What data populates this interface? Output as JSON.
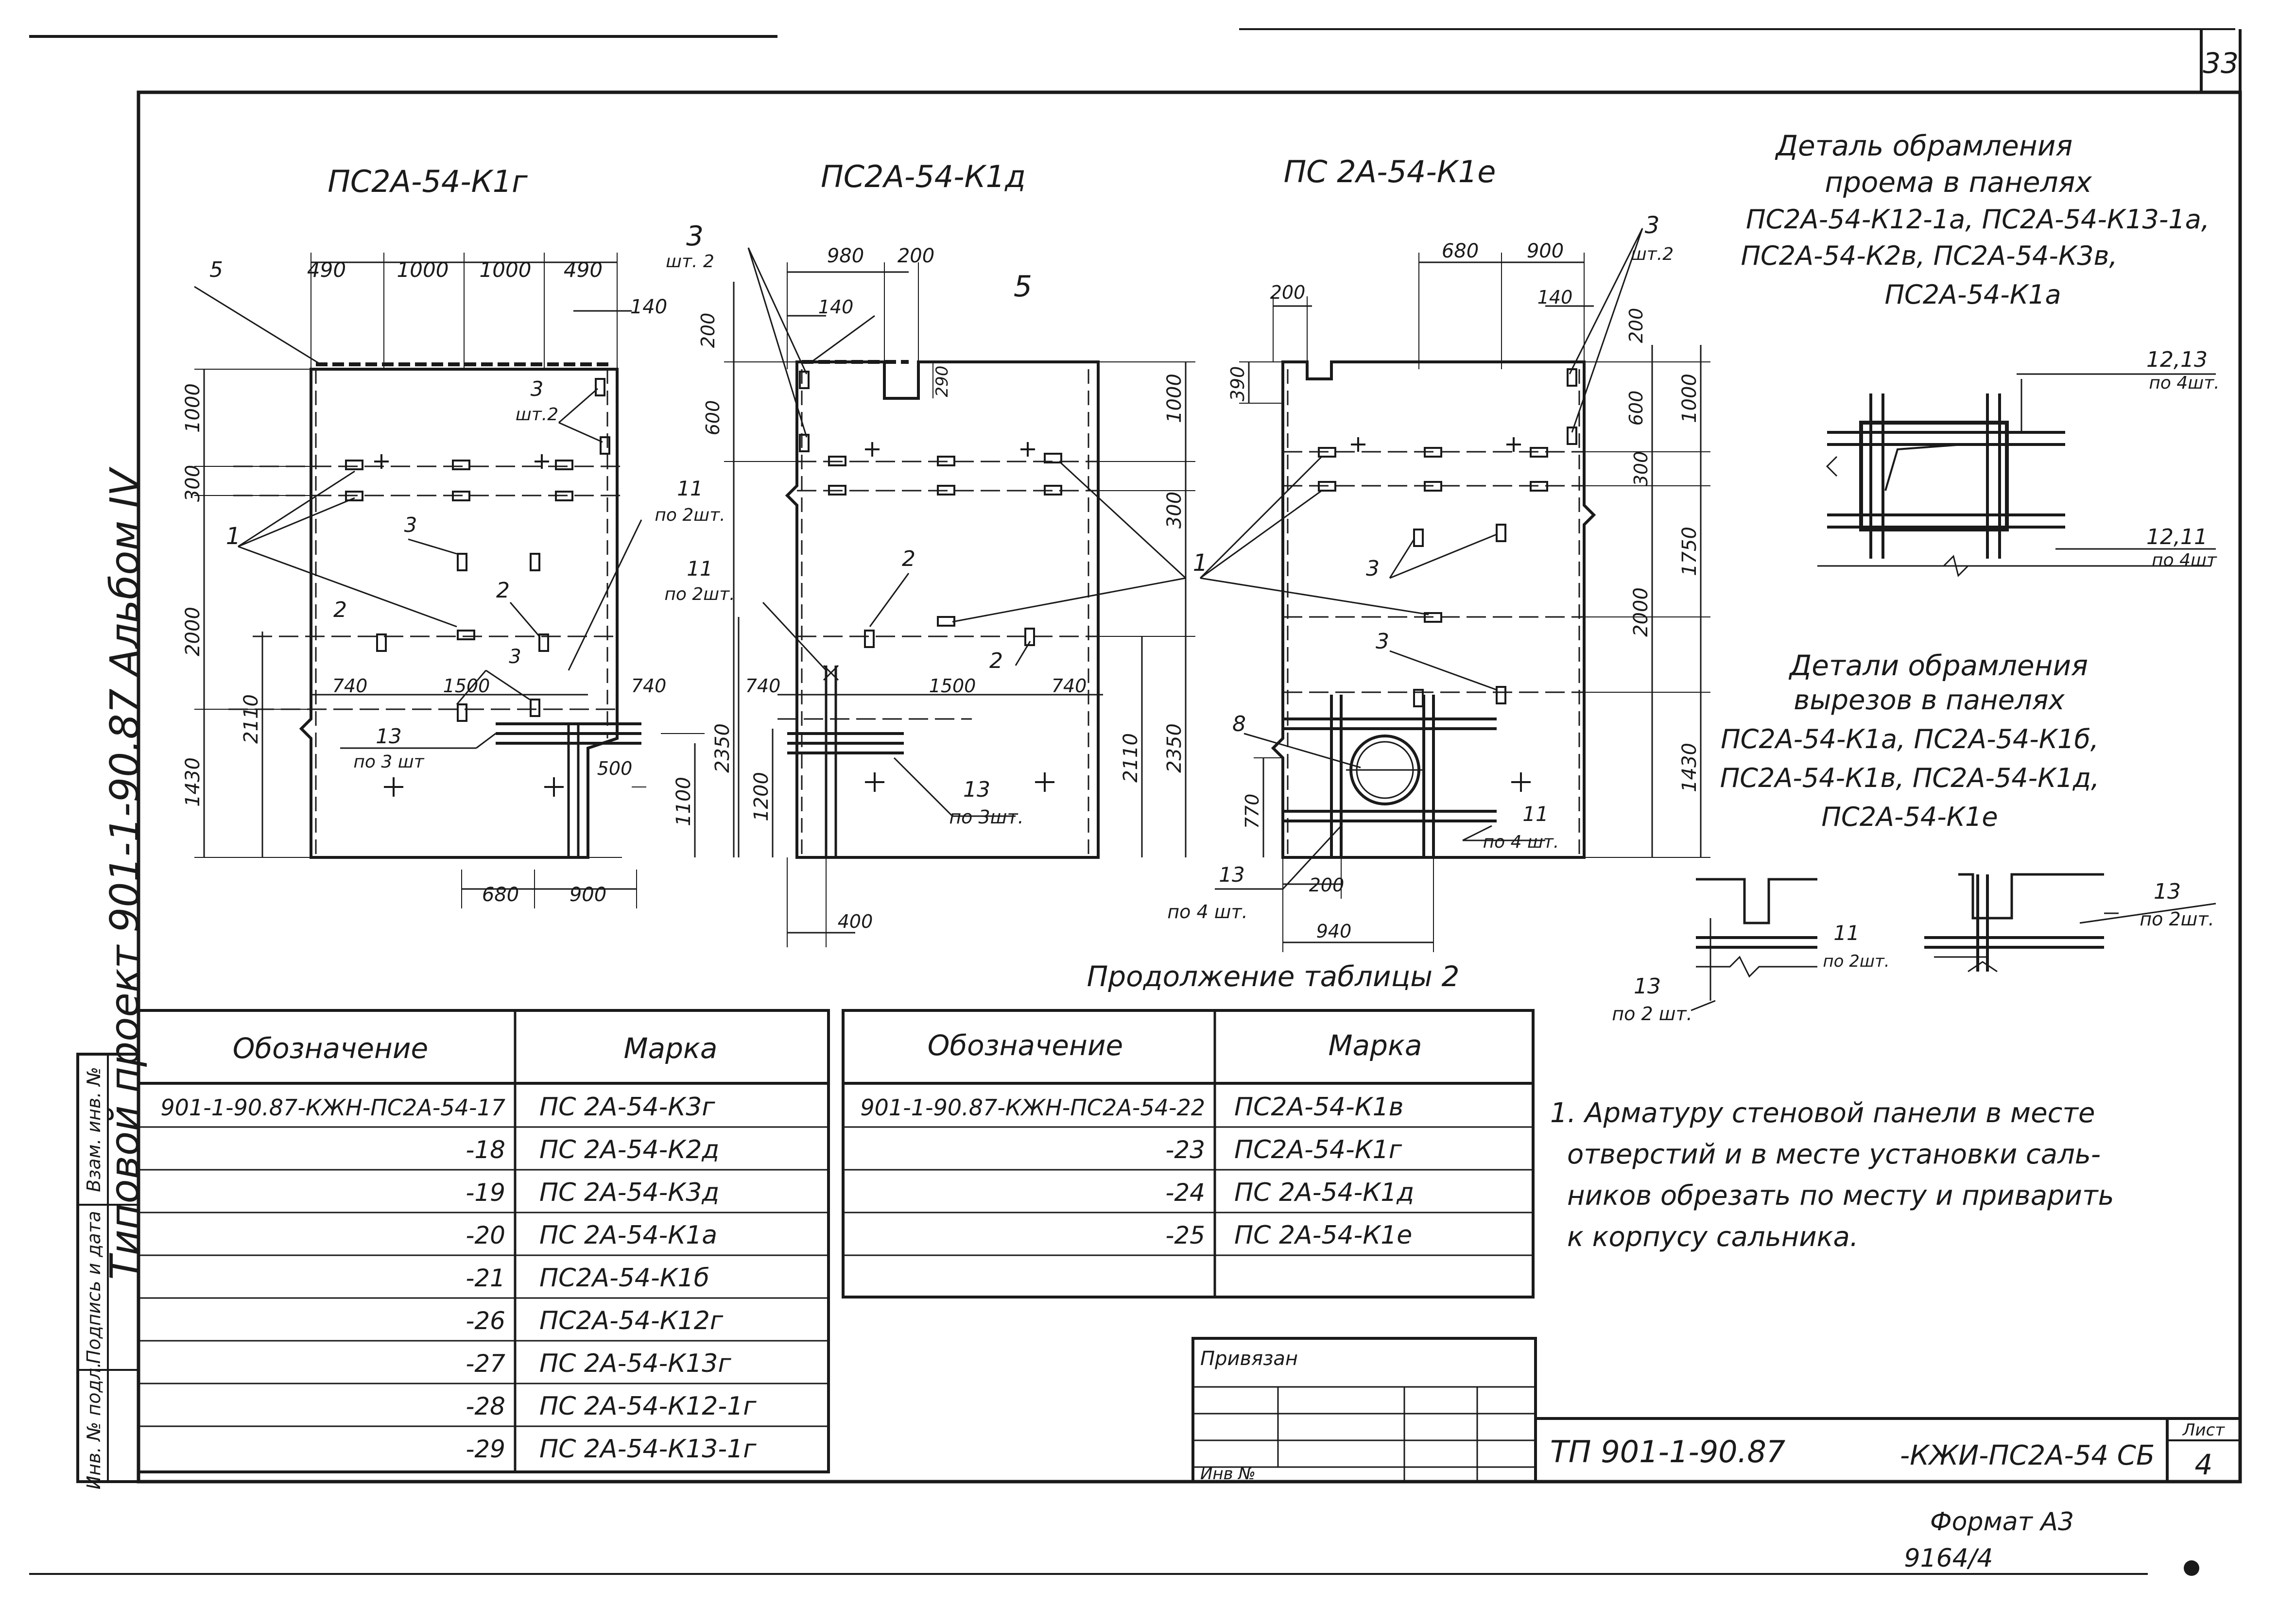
{
  "sheet": {
    "sheet_number": "33",
    "album_label": "Типовой проект 901-1-90.87 Альбом IV",
    "format": "Формат А3",
    "handwritten_note": "9164/4"
  },
  "panels": [
    {
      "title": "ПС2А-54-К1г",
      "labels": [
        "490",
        "1000",
        "1000",
        "490",
        "140",
        "5",
        "3",
        "шт.2",
        "1000",
        "300",
        "1",
        "2",
        "3",
        "2",
        "3",
        "11",
        "по 2шт.",
        "2000",
        "2110",
        "1430",
        "740",
        "1500",
        "740",
        "13",
        "по 3 шт",
        "500",
        "1100",
        "680",
        "900"
      ]
    },
    {
      "title": "ПС2А-54-К1д",
      "labels": [
        "3",
        "шт. 2",
        "980",
        "200",
        "140",
        "5",
        "200",
        "290",
        "600",
        "1000",
        "300",
        "2",
        "11",
        "по 2шт.",
        "2",
        "740",
        "1500",
        "740",
        "2350",
        "1200",
        "13",
        "по 3шт.",
        "2110",
        "2350",
        "400"
      ]
    },
    {
      "title": "ПС 2А-54-К1е",
      "labels": [
        "680",
        "900",
        "3",
        "шт.2",
        "200",
        "140",
        "200",
        "600",
        "1000",
        "390",
        "300",
        "1750",
        "1",
        "3",
        "3",
        "2000",
        "8",
        "770",
        "11",
        "по 4 шт.",
        "1430",
        "13",
        "по 4 шт.",
        "200",
        "940"
      ]
    }
  ],
  "details": {
    "opening_title": [
      "Деталь обрамления",
      "проема в панелях",
      "ПС2А-54-К12-1а, ПС2А-54-К13-1а,",
      "ПС2А-54-К2в, ПС2А-54-К3в,",
      "ПС2А-54-К1а"
    ],
    "opening_labels": [
      "12,13",
      "по 4шт.",
      "12,11",
      "по 4шт"
    ],
    "cutout_title": [
      "Детали обрамления",
      "вырезов в панелях",
      "ПС2А-54-К1а, ПС2А-54-К1б,",
      "ПС2А-54-К1в, ПС2А-54-К1д,",
      "ПС2А-54-К1е"
    ],
    "cutout_labels": [
      "13",
      "по 2шт.",
      "11",
      "по 2шт.",
      "13",
      "по 2 шт."
    ]
  },
  "table_caption": "Продолжение таблицы 2",
  "table_left": {
    "headers": [
      "Обозначение",
      "Марка"
    ],
    "rows": [
      [
        "901-1-90.87-КЖН-ПС2А-54-17",
        "ПС 2А-54-К3г"
      ],
      [
        "-18",
        "ПС 2А-54-К2д"
      ],
      [
        "-19",
        "ПС 2А-54-К3д"
      ],
      [
        "-20",
        "ПС 2А-54-К1а"
      ],
      [
        "-21",
        "ПС2А-54-К1б"
      ],
      [
        "-26",
        "ПС2А-54-К12г"
      ],
      [
        "-27",
        "ПС 2А-54-К13г"
      ],
      [
        "-28",
        "ПС 2А-54-К12-1г"
      ],
      [
        "-29",
        "ПС 2А-54-К13-1г"
      ]
    ]
  },
  "table_right": {
    "headers": [
      "Обозначение",
      "Марка"
    ],
    "rows": [
      [
        "901-1-90.87-КЖН-ПС2А-54-22",
        "ПС2А-54-К1в"
      ],
      [
        "-23",
        "ПС2А-54-К1г"
      ],
      [
        "-24",
        "ПС 2А-54-К1д"
      ],
      [
        "-25",
        "ПС 2А-54-К1е"
      ],
      [
        "",
        ""
      ]
    ]
  },
  "note": [
    "1. Арматуру стеновой панели в месте",
    "отверстий и в месте установки саль-",
    "ников обрезать по месту и приварить",
    "к корпусу сальника."
  ],
  "stamp": {
    "privyazan": "Привязан",
    "inv_no": "Инв №",
    "left_strip": [
      "Инв. № подл.",
      "Подпись и дата",
      "Взам. инв. №"
    ],
    "doc_code": "ТП 901-1-90.87",
    "doc_suffix": "-КЖИ-ПС2А-54 СБ",
    "list_label": "Лист",
    "list_number": "4"
  }
}
